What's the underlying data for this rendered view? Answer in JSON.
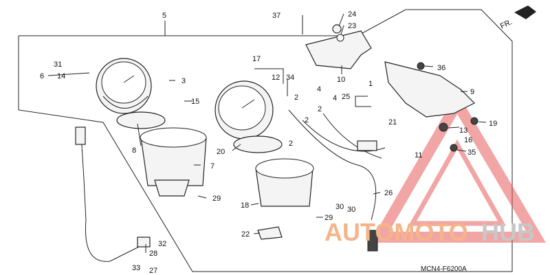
{
  "diagram": {
    "code": "MCN4-F6200A",
    "direction": "FR.",
    "callouts": {
      "c37": "37",
      "c24": "24",
      "c23": "23",
      "c5": "5",
      "c36": "36",
      "c10": "10",
      "c31": "31",
      "c14": "14",
      "c6": "6",
      "c3": "3",
      "c15": "15",
      "c17": "17",
      "c12": "12",
      "c34": "34",
      "c25": "25",
      "c4a": "4",
      "c4b": "4",
      "c1": "1",
      "c2a": "2",
      "c2b": "2",
      "c2c": "2",
      "c2d": "2",
      "c9": "9",
      "c21": "21",
      "c13": "13",
      "c19": "19",
      "c16": "16",
      "c35": "35",
      "c11": "11",
      "c8": "8",
      "c7": "7",
      "c20": "20",
      "c29a": "29",
      "c18": "18",
      "c29b": "29",
      "c26": "26",
      "c30a": "30",
      "c30b": "30",
      "c22": "22",
      "c32": "32",
      "c28": "28",
      "c33": "33",
      "c27": "27"
    }
  },
  "watermark": {
    "word_a": "AUTOMOTO",
    "word_b": "HUB",
    "color_a": "#f5b48a",
    "color_b": "#c7c7c7",
    "triangle_color": "#e85c5c"
  }
}
